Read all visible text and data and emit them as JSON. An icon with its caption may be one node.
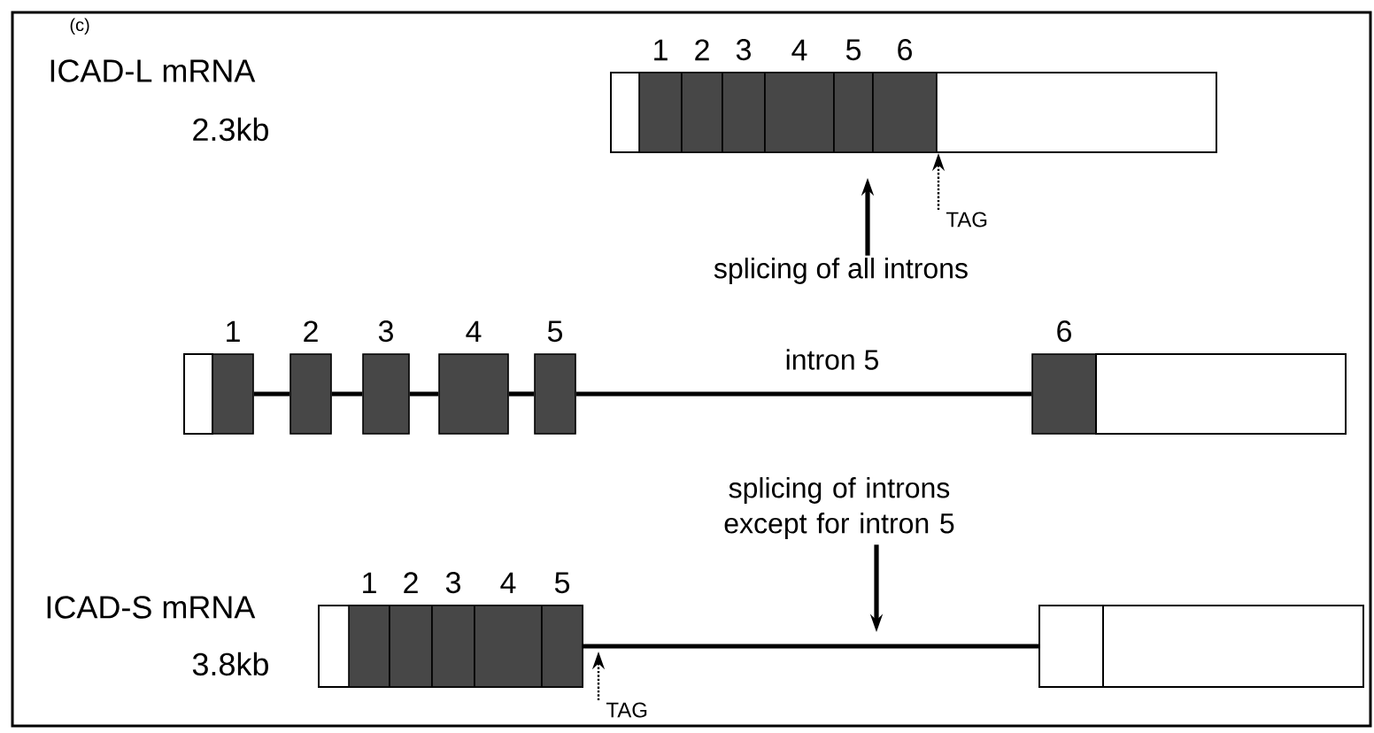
{
  "diagram": {
    "nodes": [
      {
        "text": [],
        "shape": "box",
        "beside": [
          "ICAD-L mRNA",
          "2.3kb"
        ]
      },
      {
        "text": [
          "1"
        ],
        "in": 0
      },
      {
        "text": [
          "2"
        ],
        "in": 0
      },
      {
        "text": [
          "3"
        ],
        "in": 0
      },
      {
        "text": [
          "4"
        ],
        "in": 0
      },
      {
        "text": [
          "5"
        ],
        "in": 0
      },
      {
        "text": [
          "6"
        ],
        "in": 0
      },
      {
        "text": [
          "splicing of all introns"
        ]
      },
      {
        "text": [
          "TAG"
        ]
      },
      {
        "text": [
          "1"
        ]
      },
      {
        "text": [
          "2"
        ]
      },
      {
        "text": [
          "3"
        ]
      },
      {
        "text": [
          "4"
        ]
      },
      {
        "text": [
          "5"
        ]
      },
      {
        "text": [
          "6"
        ]
      },
      {
        "text": [
          "splicing of introns except for intron 5"
        ]
      },
      {
        "text": [],
        "shape": "box",
        "beside": [
          "ICAD-S mRNA",
          "3.8kb"
        ]
      },
      {
        "text": [
          "1"
        ],
        "in": 16
      },
      {
        "text": [
          "2"
        ],
        "in": 16
      },
      {
        "text": [
          "3"
        ],
        "in": 16
      },
      {
        "text": [
          "4"
        ],
        "in": 16
      },
      {
        "text": [
          "5"
        ],
        "in": 16
      },
      {
        "text": [],
        "shape": "box"
      },
      {
        "text": [
          "TAG"
        ]
      }
    ],
    "edges": [
      {
        "from": 7,
        "to": 0,
        "arrow": "to"
      },
      {
        "from": 8,
        "to": 0,
        "arrow": "to",
        "style": "dashed"
      },
      {
        "from": 9,
        "to": 10,
        "arrow": "none"
      },
      {
        "from": 10,
        "to": 11,
        "arrow": "none"
      },
      {
        "from": 11,
        "to": 12,
        "arrow": "none"
      },
      {
        "from": 12,
        "to": 13,
        "arrow": "none"
      },
      {
        "from": 13,
        "to": 14,
        "arrow": "none",
        "label": "intron 5"
      },
      {
        "from": 15,
        "to": null,
        "arrow": "to"
      },
      {
        "from": 16,
        "to": 22,
        "arrow": "none"
      },
      {
        "from": 23,
        "to": 21,
        "arrow": "to",
        "style": "dashed"
      }
    ],
    "labels": [
      "(c)"
    ]
  }
}
